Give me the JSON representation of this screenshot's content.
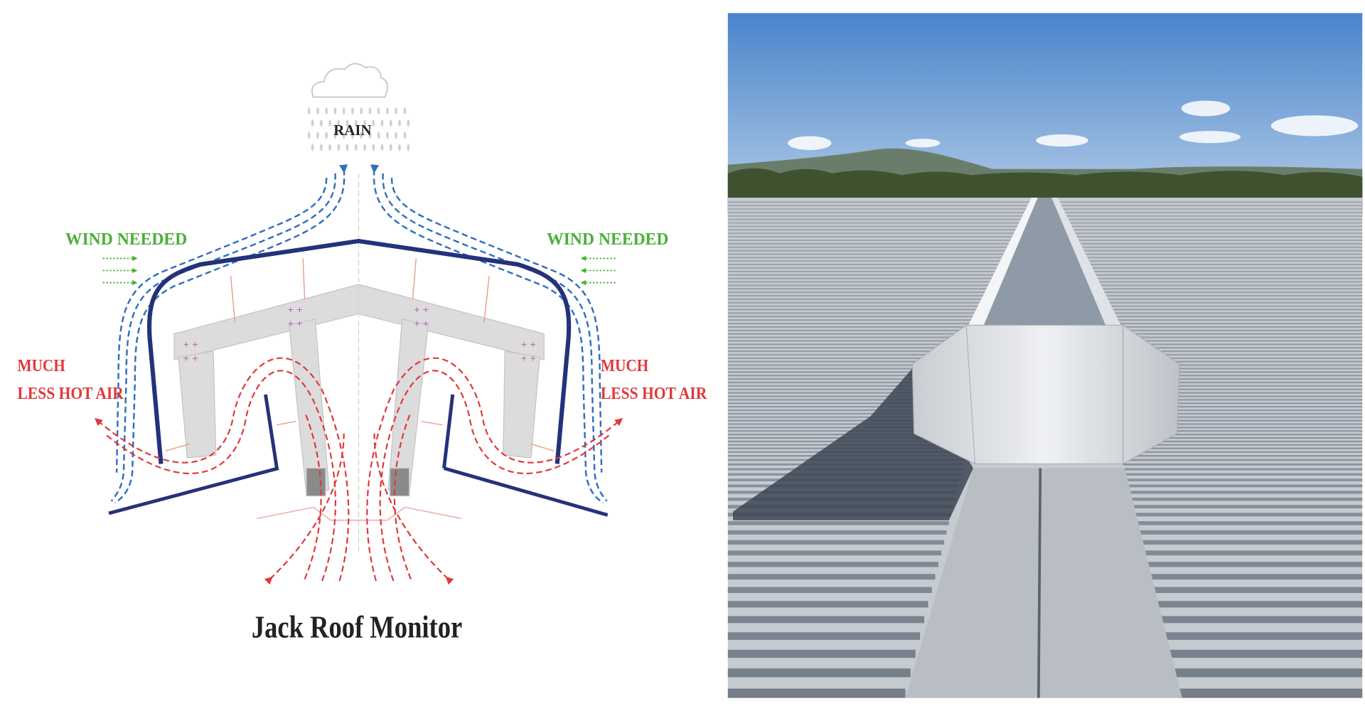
{
  "diagram": {
    "title": "Jack Roof Monitor",
    "rain_label": "RAIN",
    "left": {
      "wind_label": "WIND NEEDED",
      "hot_air_line1": "MUCH",
      "hot_air_line2": "LESS HOT AIR"
    },
    "right": {
      "wind_label": "WIND NEEDED",
      "hot_air_line1": "MUCH",
      "hot_air_line2": "LESS HOT AIR"
    },
    "colors": {
      "wind": "#4caf3a",
      "hot_air": "#e0393b",
      "cool_air": "#2f6fc0",
      "shell": "#24327a",
      "structure": "#dcdcdc"
    }
  },
  "photo": {
    "colors": {
      "sky_top": "#4a84cb",
      "sky_bottom": "#b4cde8",
      "roof": "#c6cad1",
      "rib": "#66707d"
    }
  }
}
